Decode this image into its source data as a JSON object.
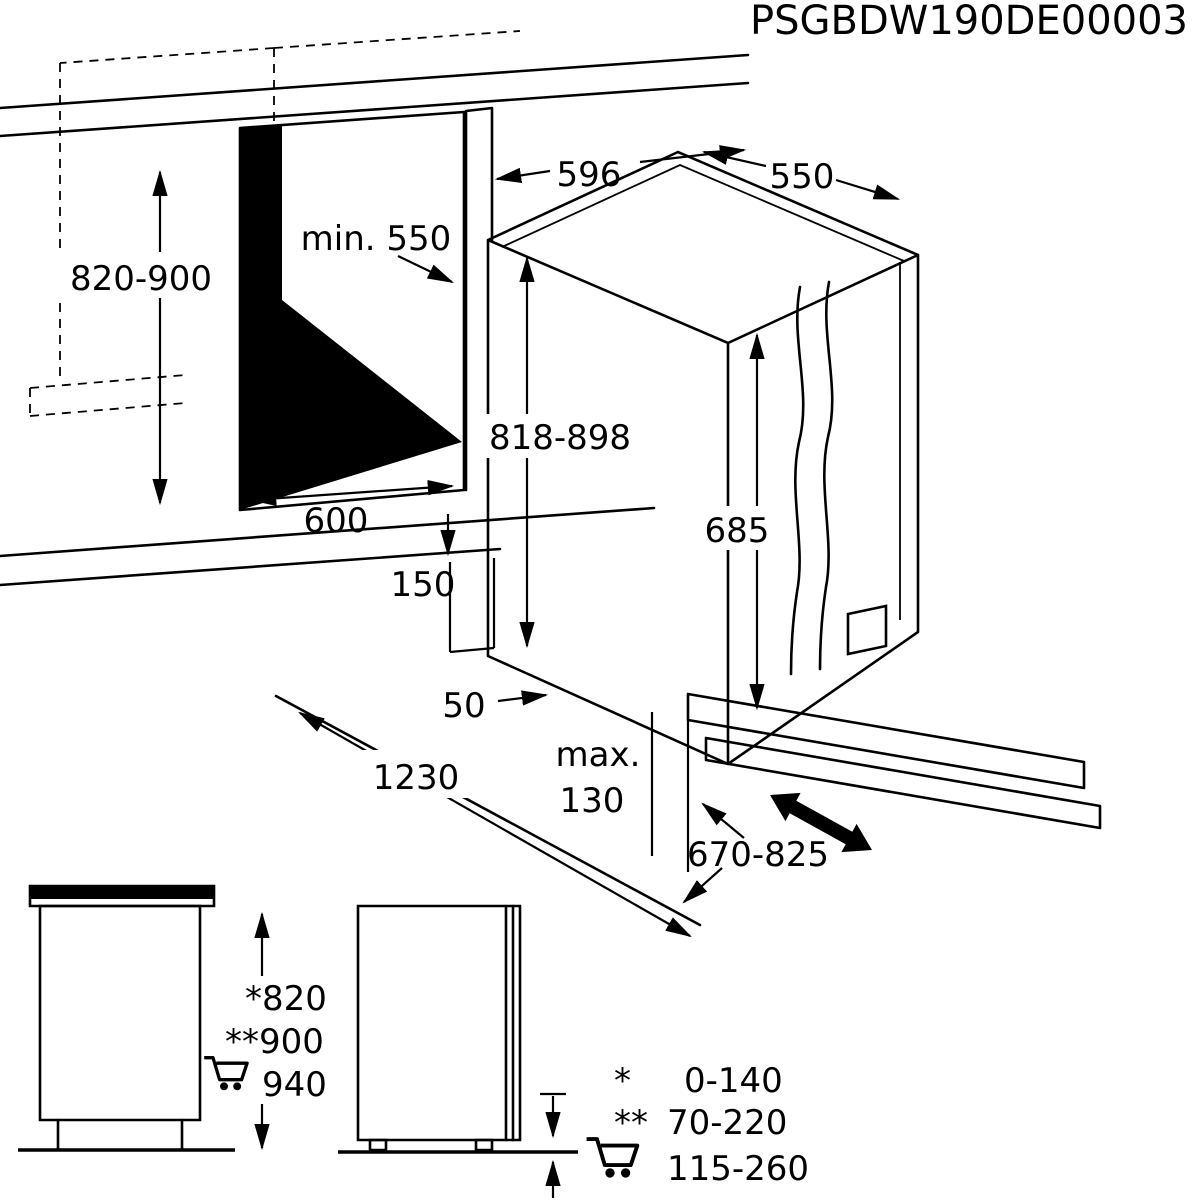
{
  "title": "PSGBDW190DE00003",
  "colors": {
    "line": "#000000",
    "bg": "#ffffff"
  },
  "dims": {
    "niche_height": "820-900",
    "niche_depth": "min. 550",
    "top_width": "596",
    "top_depth": "550",
    "appliance_height": "818-898",
    "door_height": "685",
    "niche_width": "600",
    "plinth_min": "150",
    "side_gap": "50",
    "open_clearance": "1230",
    "max_label": "max.",
    "max_value": "130",
    "plinth_depth": "670-825"
  },
  "front_view": {
    "heights": [
      "*820",
      "**900",
      "940"
    ]
  },
  "legend": {
    "rows": [
      {
        "symbol": "*",
        "value": "0-140"
      },
      {
        "symbol": "**",
        "value": "70-220"
      },
      {
        "symbol": "",
        "value": "115-260"
      }
    ]
  }
}
